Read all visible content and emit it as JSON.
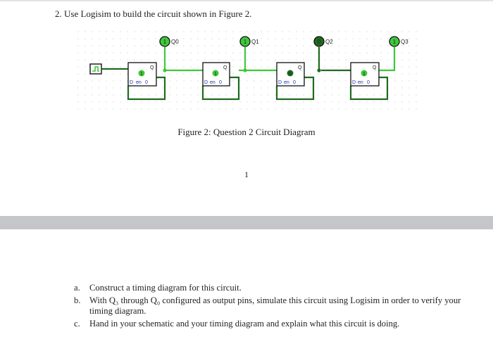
{
  "question": {
    "number": "2.",
    "text": "Use Logisim to build the circuit shown in Figure 2."
  },
  "circuit": {
    "wire_active": "#3ec93a",
    "wire_dark": "#1f6b1f",
    "pins": [
      {
        "label": "Q0",
        "value": "1"
      },
      {
        "label": "Q1",
        "value": "1"
      },
      {
        "label": "Q2",
        "value": "0"
      },
      {
        "label": "Q3",
        "value": "1"
      }
    ],
    "flipflops": [
      {
        "q_label": "Q",
        "d_label": "D",
        "en_label": "en",
        "value": "1",
        "zero_label": "0"
      },
      {
        "q_label": "Q",
        "d_label": "D",
        "en_label": "en",
        "value": "1",
        "zero_label": "0"
      },
      {
        "q_label": "Q",
        "d_label": "D",
        "en_label": "en",
        "value": "0",
        "zero_label": "0"
      },
      {
        "q_label": "Q",
        "d_label": "D",
        "en_label": "en",
        "value": "1",
        "zero_label": "0"
      }
    ]
  },
  "caption": "Figure 2: Question 2 Circuit Diagram",
  "page_number": "1",
  "tasks": [
    {
      "label": "a.",
      "text": "Construct a timing diagram for this circuit."
    },
    {
      "label": "b.",
      "text": "With Q₃ through Q₀ configured as output pins, simulate this circuit using Logisim in order to verify your timing diagram."
    },
    {
      "label": "c.",
      "text": "Hand in your schematic and your timing diagram and explain what this circuit is doing."
    }
  ]
}
